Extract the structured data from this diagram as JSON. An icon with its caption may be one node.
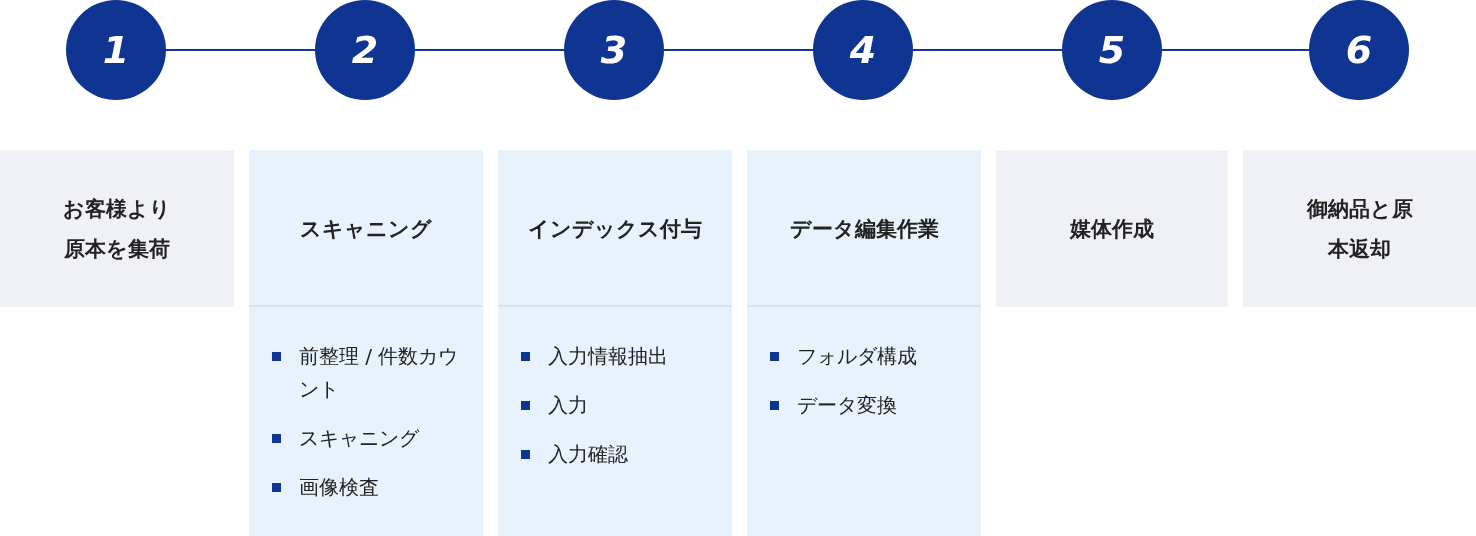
{
  "diagram": {
    "nodes": [
      {
        "text": [
          "1"
        ]
      },
      {
        "text": [
          "2"
        ]
      },
      {
        "text": [
          "3"
        ]
      },
      {
        "text": [
          "4"
        ]
      },
      {
        "text": [
          "5"
        ]
      },
      {
        "text": [
          "6"
        ]
      },
      {
        "text": [
          "お客様より原本を集荷"
        ]
      },
      {
        "text": [
          "スキャニング"
        ]
      },
      {
        "text": [
          "インデックス付与"
        ]
      },
      {
        "text": [
          "データ編集作業"
        ]
      },
      {
        "text": [
          "媒体作成"
        ]
      },
      {
        "text": [
          "御納品と原本返却"
        ]
      },
      {
        "text": [
          "前整理 / 件数カウント",
          "スキャニング",
          "画像検査"
        ]
      },
      {
        "text": [
          "入力情報抽出",
          "入力",
          "入力確認"
        ]
      },
      {
        "text": [
          "フォルダ構成",
          "データ変換"
        ]
      }
    ],
    "edges": [
      {
        "from": 0,
        "to": 1,
        "arrow": "none"
      },
      {
        "from": 1,
        "to": 2,
        "arrow": "none"
      },
      {
        "from": 2,
        "to": 3,
        "arrow": "none"
      },
      {
        "from": 3,
        "to": 4,
        "arrow": "none"
      },
      {
        "from": 4,
        "to": 5,
        "arrow": "none"
      }
    ]
  }
}
